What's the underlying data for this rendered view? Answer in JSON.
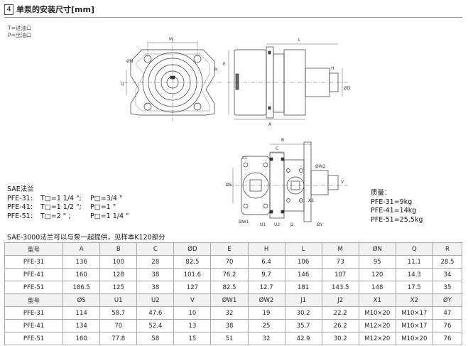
{
  "header": {
    "section_number": "4",
    "title": "单泵的安装尺寸[mm]"
  },
  "legend": {
    "t_port": "T=进油口",
    "p_port": "P=出油口"
  },
  "drawing_labels": {
    "front": {
      "M": "M",
      "Q": "Q",
      "N": "ØN",
      "R": "R"
    },
    "side": {
      "E": "E",
      "A": "A",
      "L": "L",
      "D": "ØD",
      "H": "H"
    },
    "bottom": {
      "B": "B",
      "C": "C",
      "S": "ØS",
      "W1": "ØW1",
      "W2": "ØW2",
      "J2": "J2",
      "X1": "X1",
      "X2": "X2",
      "V": "V",
      "U1": "U1",
      "U2": "U2",
      "Y": "ØY"
    }
  },
  "sae": {
    "title": "SAE法兰",
    "rows": [
      {
        "model": "PFE-31:",
        "t": "T□=1 1/4 \";",
        "p": "P□=3/4 \""
      },
      {
        "model": "PFE-41:",
        "t": "T□=1 1/2 \";",
        "p": "P□=1 \""
      },
      {
        "model": "PFE-51:",
        "t": "T□=2 \" ;",
        "p": "P□=1 1/4 \""
      }
    ],
    "note": "SAE-3000法兰可以与泵一起提供，见样本K120部分"
  },
  "weight": {
    "title": "质量：",
    "rows": [
      "PFE-31=9kg",
      "PFE-41=14kg",
      "PFE-51=25,5kg"
    ]
  },
  "table": {
    "header1": [
      "型号",
      "A",
      "B",
      "C",
      "ØD",
      "E",
      "H",
      "L",
      "M",
      "ØN",
      "Q",
      "R"
    ],
    "rows1": [
      [
        "PFE-31",
        "136",
        "100",
        "28",
        "82.5",
        "70",
        "6.4",
        "106",
        "73",
        "95",
        "11.1",
        "28.5"
      ],
      [
        "PFE-41",
        "160",
        "128",
        "38",
        "101.6",
        "76.2",
        "9.7",
        "146",
        "107",
        "120",
        "14.3",
        "34"
      ],
      [
        "PFE-51",
        "186.5",
        "125",
        "38",
        "127",
        "82.5",
        "12.7",
        "181",
        "143.5",
        "148",
        "17.5",
        "35"
      ]
    ],
    "header2": [
      "型号",
      "ØS",
      "U1",
      "U2",
      "V",
      "ØW1",
      "ØW2",
      "J1",
      "J2",
      "X1",
      "X2",
      "ØY"
    ],
    "rows2": [
      [
        "PFE-31",
        "114",
        "58.7",
        "47.6",
        "10",
        "32",
        "19",
        "30.2",
        "22.2",
        "M10×20",
        "M10×17",
        "47"
      ],
      [
        "PFE-41",
        "134",
        "70",
        "52.4",
        "13",
        "38",
        "25",
        "35.7",
        "26.2",
        "M12×20",
        "M10×17",
        "76"
      ],
      [
        "PFE-51",
        "160",
        "77.8",
        "58",
        "15",
        "51",
        "32",
        "42.9",
        "30.2",
        "M12×20",
        "M10×20",
        "76"
      ]
    ]
  }
}
